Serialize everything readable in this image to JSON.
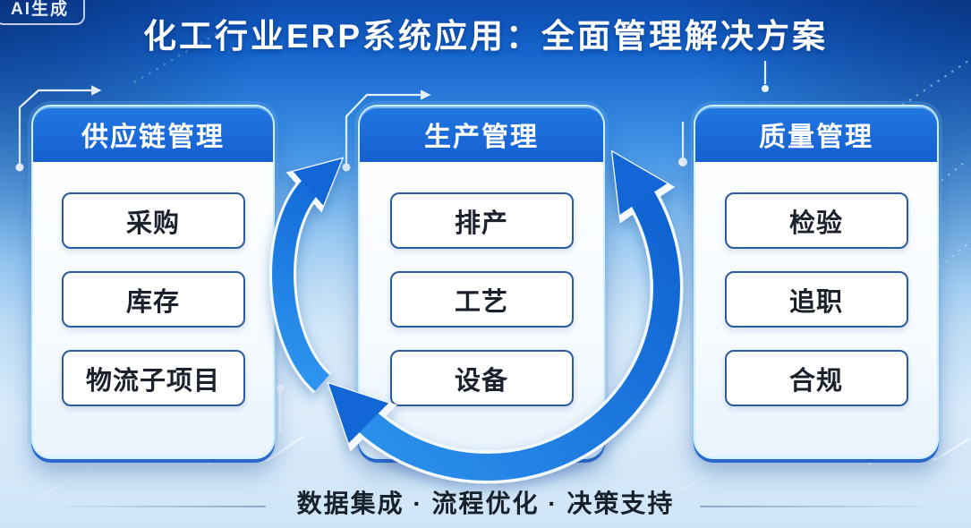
{
  "watermark": {
    "label": "AI生成"
  },
  "title": "化工行业ERP系统应用：全面管理解决方案",
  "columns": [
    {
      "header": "供应链管理",
      "items": [
        "采购",
        "库存",
        "物流子项目"
      ]
    },
    {
      "header": "生产管理",
      "items": [
        "排产",
        "工艺",
        "设备"
      ]
    },
    {
      "header": "质量管理",
      "items": [
        "检验",
        "追职",
        "合规"
      ]
    }
  ],
  "footer": {
    "caption": "数据集成 · 流程优化 · 决策支持"
  },
  "icons": {
    "cycle_arrow_left": "curved-up-arrow",
    "cycle_arrow_bottom_right": "circular-double-headed-arrow",
    "circuit_traces": "circuit-line-with-dot-and-arrow"
  },
  "colors": {
    "bg_top": "#0d4cae",
    "bg_bottom": "#cfe5f6",
    "header_blue": "#1560d2",
    "arrow_blue_dark": "#0d5ecf",
    "arrow_blue_light": "#2f97f0",
    "item_border": "#2b5a9e",
    "card_shadow_edge": "#2b66c9",
    "text_dark": "#17212b",
    "text_white": "#ffffff"
  }
}
